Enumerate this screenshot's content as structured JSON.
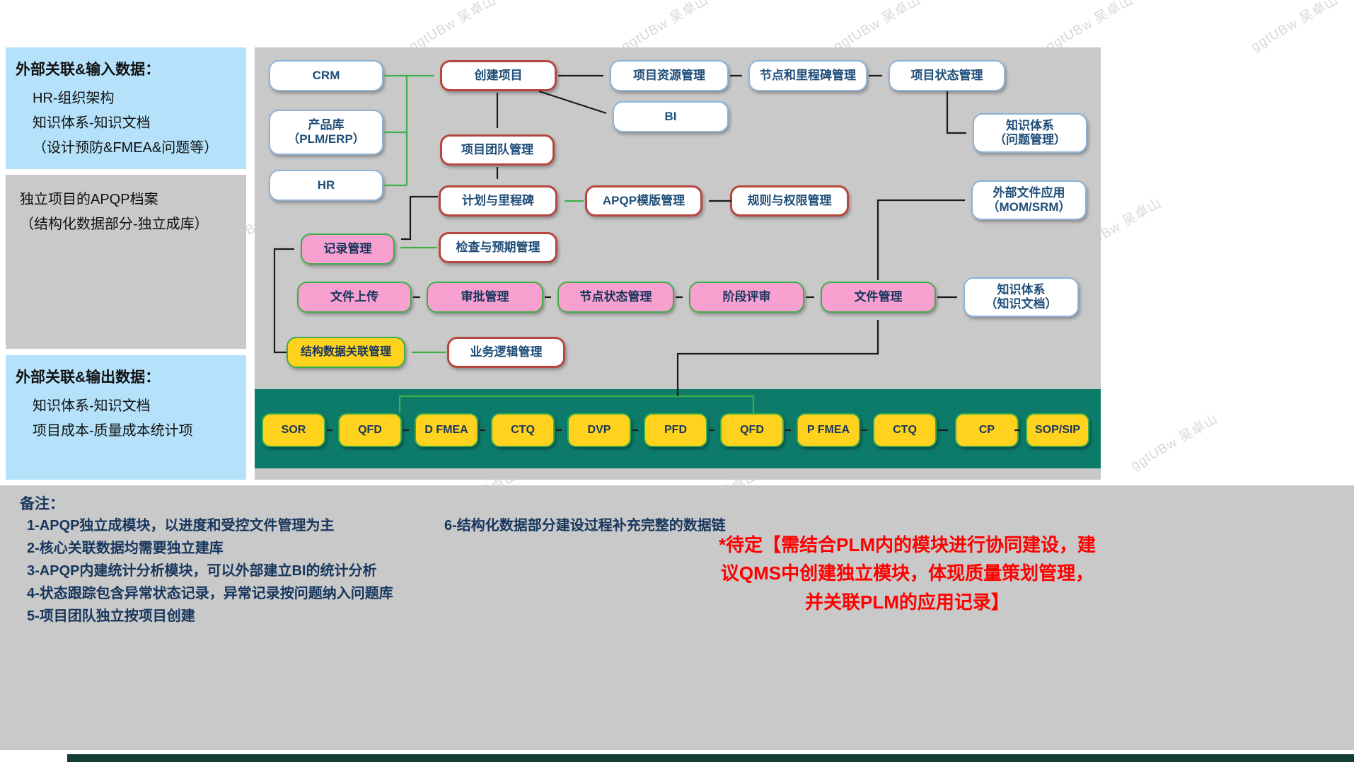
{
  "watermark": {
    "text": "ggtUBw 吴卓山"
  },
  "left_panels": {
    "input": {
      "title": "外部关联&输入数据：",
      "lines": [
        "HR-组织架构",
        "知识体系-知识文档",
        "（设计预防&FMEA&问题等）"
      ]
    },
    "archive": {
      "lines": [
        "独立项目的APQP档案",
        "（结构化数据部分-独立成库）"
      ]
    },
    "output": {
      "title": "外部关联&输出数据：",
      "lines": [
        "知识体系-知识文档",
        "项目成本-质量成本统计项"
      ]
    }
  },
  "diagram": {
    "nodes": {
      "crm": "CRM",
      "product_lib_1": "产品库",
      "product_lib_2": "（PLM/ERP）",
      "hr": "HR",
      "create_project": "创建项目",
      "resource_mgmt": "项目资源管理",
      "milestone_node_mgmt": "节点和里程碑管理",
      "status_mgmt": "项目状态管理",
      "bi": "BI",
      "knowledge_issue_1": "知识体系",
      "knowledge_issue_2": "（问题管理）",
      "team_mgmt": "项目团队管理",
      "plan_milestone": "计划与里程碑",
      "apqp_template": "APQP模版管理",
      "rules_permissions": "规则与权限管理",
      "external_files_1": "外部文件应用",
      "external_files_2": "（MOM/SRM）",
      "record_mgmt": "记录管理",
      "inspection_mgmt": "检查与预期管理",
      "file_upload": "文件上传",
      "approval_mgmt": "审批管理",
      "node_status_mgmt": "节点状态管理",
      "stage_review": "阶段评审",
      "file_mgmt": "文件管理",
      "knowledge_doc_1": "知识体系",
      "knowledge_doc_2": "（知识文档）",
      "structured_data_mgmt": "结构数据关联管理",
      "business_logic": "业务逻辑管理"
    },
    "band_items": [
      "SOR",
      "QFD",
      "D FMEA",
      "CTQ",
      "DVP",
      "PFD",
      "QFD",
      "P FMEA",
      "CTQ",
      "CP",
      "SOP/SIP"
    ]
  },
  "notes": {
    "title": "备注：",
    "left": [
      "1-APQP独立成模块，以进度和受控文件管理为主",
      "2-核心关联数据均需要独立建库",
      "3-APQP内建统计分析模块，可以外部建立BI的统计分析",
      "4-状态跟踪包含异常状态记录，异常记录按问题纳入问题库",
      "5-项目团队独立按项目创建"
    ],
    "middle": "6-结构化数据部分建设过程补充完整的数据链",
    "red_note": [
      "*待定【需结合PLM内的模块进行协同建设，建",
      "议QMS中创建独立模块，体现质量策划管理，",
      "并关联PLM的应用记录】"
    ]
  },
  "colors": {
    "panel_blue": "#b5e2fa",
    "panel_gray": "#c9c9c9",
    "teal_band": "#0d7b69",
    "pink": "#f8a0d0",
    "yellow": "#ffd21e",
    "blue_text": "#1f4e79",
    "navy_text": "#17365d",
    "red_border": "#b5473c",
    "blue_border": "#8eb4d8",
    "green": "#3fae49",
    "red_text": "#fe0000",
    "bottom_bar": "#133d35"
  }
}
